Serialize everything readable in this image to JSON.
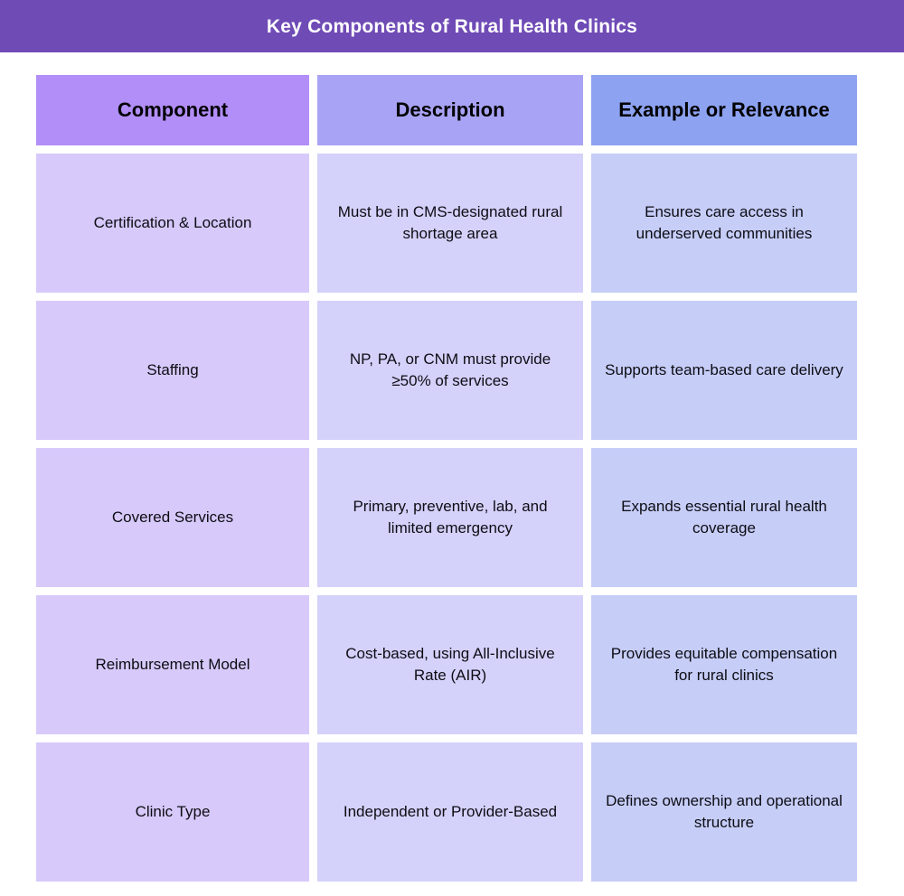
{
  "header": {
    "title": "Key Components of Rural Health Clinics",
    "banner_color": "#6f4bb6",
    "title_color": "#ffffff"
  },
  "table": {
    "columns": [
      {
        "label": "Component",
        "header_color": "#b28ef8",
        "cell_color": "#d7c9fa"
      },
      {
        "label": "Description",
        "header_color": "#a9a3f5",
        "cell_color": "#d4d1fa"
      },
      {
        "label": "Example or Relevance",
        "header_color": "#8da2f0",
        "cell_color": "#c6cdf7"
      }
    ],
    "rows": [
      {
        "component": "Certification & Location",
        "description": "Must be in CMS-designated rural shortage area",
        "example": "Ensures care access in underserved communities"
      },
      {
        "component": "Staffing",
        "description": "NP, PA, or CNM must provide ≥50% of services",
        "example": "Supports team-based care delivery"
      },
      {
        "component": "Covered Services",
        "description": "Primary, preventive, lab, and limited emergency",
        "example": "Expands essential rural health coverage"
      },
      {
        "component": "Reimbursement Model",
        "description": "Cost-based, using All-Inclusive Rate (AIR)",
        "example": "Provides equitable compensation for rural clinics"
      },
      {
        "component": "Clinic Type",
        "description": "Independent or Provider-Based",
        "example": "Defines ownership and operational structure"
      }
    ]
  }
}
